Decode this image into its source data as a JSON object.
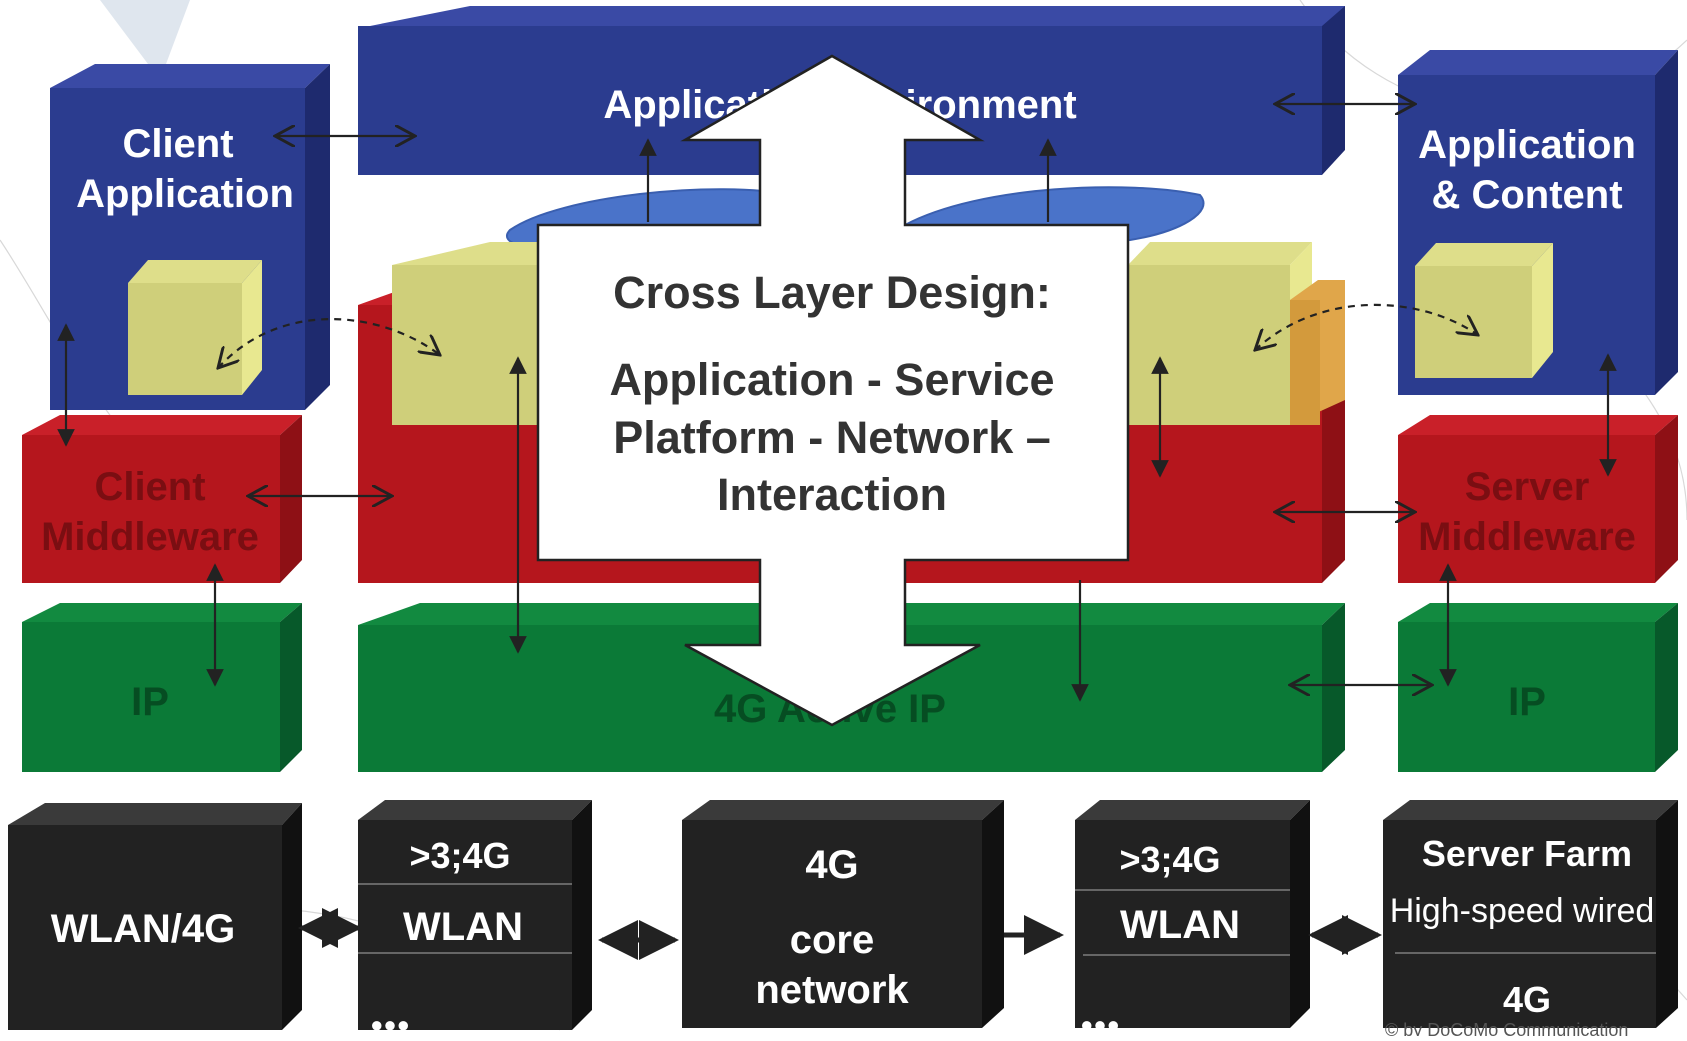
{
  "application_environment": {
    "label": "Application Environment"
  },
  "client_application": {
    "line1": "Client",
    "line2": "Application"
  },
  "application_content": {
    "line1": "Application",
    "line2": "& Content"
  },
  "client_middleware": {
    "line1": "Client",
    "line2": "Middleware"
  },
  "server_middleware": {
    "line1": "Server",
    "line2": "Middleware"
  },
  "client_ip": {
    "label": "IP"
  },
  "server_ip": {
    "label": "IP"
  },
  "core_ip": {
    "label": "4G Active IP"
  },
  "cross_layer": {
    "title": "Cross Layer Design:",
    "line1": "Application - Service",
    "line2": "Platform - Network –",
    "line3": "Interaction"
  },
  "networks": {
    "wlan4g": "WLAN/4G",
    "access_left": {
      "top": ">3;4G",
      "mid": "WLAN",
      "more": "●●●"
    },
    "core": {
      "line1": "4G",
      "line2": "core",
      "line3": "network"
    },
    "access_right": {
      "top": ">3;4G",
      "mid": "WLAN",
      "more": "●●●"
    },
    "server_farm": {
      "title": "Server Farm",
      "sub": "High-speed wired",
      "bottom": "4G"
    }
  },
  "copyright": "© by DoCoMo Communication",
  "colors": {
    "blue": "#2b3c8f",
    "red": "#b5161d",
    "green": "#0b7a37",
    "khaki": "#cfcf7a",
    "black": "#222222",
    "disc": "#4a73c9"
  }
}
